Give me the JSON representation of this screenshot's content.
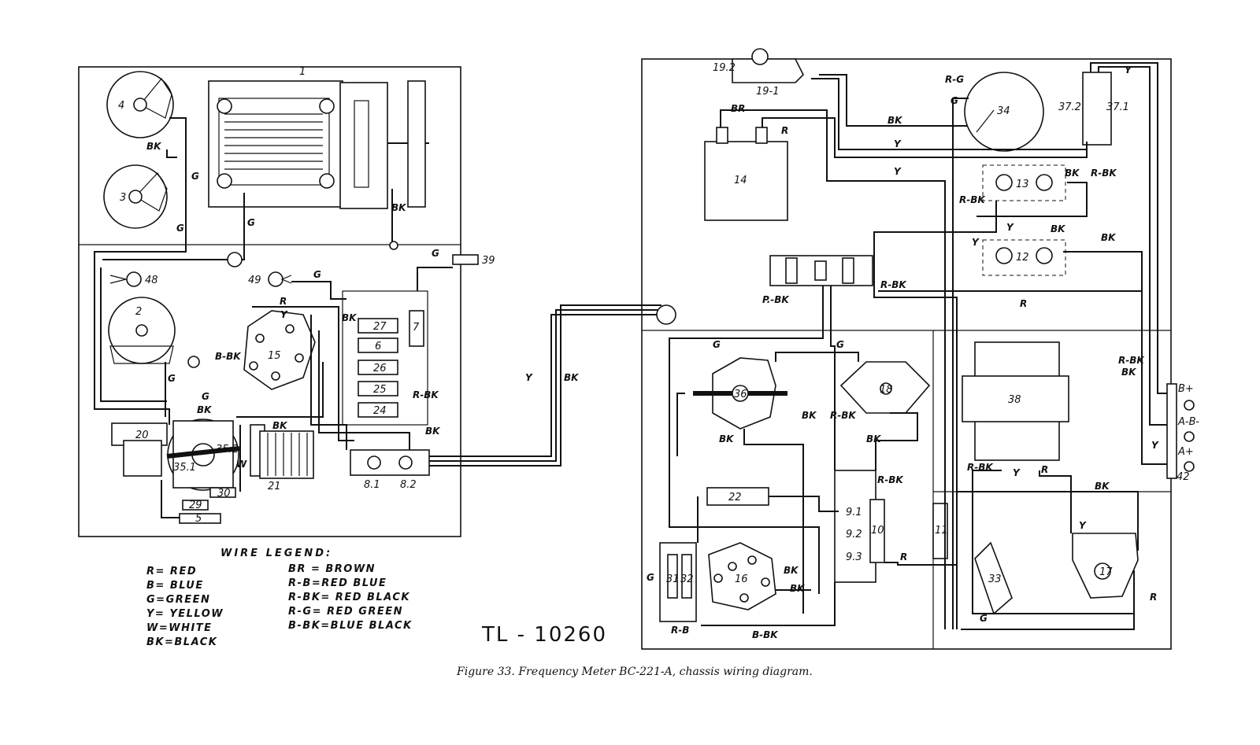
{
  "diagram": {
    "drawing_number": "TL - 10260",
    "caption": "Figure 33.   Frequency Meter BC-221-A, chassis wiring diagram.",
    "legend": {
      "title": "WIRE   LEGEND:",
      "left_column": [
        "R= RED",
        "B= BLUE",
        "G=GREEN",
        "Y= YELLOW",
        "W=WHITE",
        "BK=BLACK"
      ],
      "right_column": [
        "BR = BROWN",
        "R-B=RED BLUE",
        "R-BK= RED BLACK",
        "R-G= RED GREEN",
        "B-BK=BLUE BLACK"
      ]
    },
    "components": {
      "c1": "1",
      "c2": "2",
      "c3": "3",
      "c4": "4",
      "c5": "5",
      "c6": "6",
      "c7": "7",
      "c8_1": "8.1",
      "c8_2": "8.2",
      "c9_1": "9.1",
      "c9_2": "9.2",
      "c9_3": "9.3",
      "c10": "10",
      "c11": "11",
      "c12": "12",
      "c13": "13",
      "c14": "14",
      "c15": "15",
      "c16": "16",
      "c17": "17",
      "c18": "18",
      "c19_1": "19-1",
      "c19_2": "19.2",
      "c20": "20",
      "c21": "21",
      "c22": "22",
      "c24": "24",
      "c25": "25",
      "c26": "26",
      "c27": "27",
      "c29": "29",
      "c30": "30",
      "c31": "31",
      "c32": "32",
      "c33": "33",
      "c34": "34",
      "c35_1": "35.1",
      "c35_2": "35.2",
      "c36": "36",
      "c37_1": "37.1",
      "c37_2": "37.2",
      "c38": "38",
      "c39": "39",
      "c42": "42",
      "c48": "48",
      "c49": "49"
    },
    "terminals": {
      "bplus": "B+",
      "abminus": "A-B-",
      "aplus": "A+"
    },
    "wire_labels": {
      "g": "G",
      "bk": "BK",
      "r": "R",
      "y": "Y",
      "w": "W",
      "br": "BR",
      "rbk": "R-BK",
      "bbk": "B-BK",
      "rg": "R-G",
      "rb": "R-B",
      "pbk": "P.-BK"
    }
  }
}
